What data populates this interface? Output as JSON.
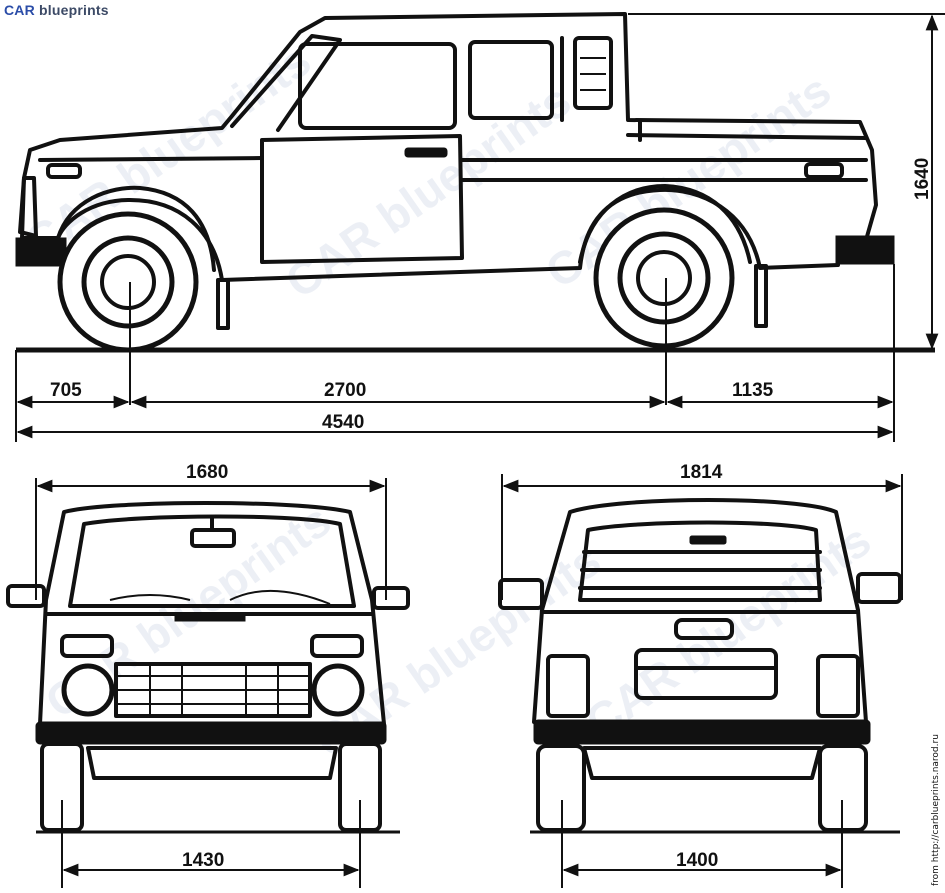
{
  "brand": {
    "part1": "CAR",
    "part2": " blueprints"
  },
  "watermark": "CAR blueprints",
  "credit": "from http://carblueprints.narod.ru",
  "dimensions": {
    "front_overhang": "705",
    "wheelbase": "2700",
    "rear_overhang": "1135",
    "total_length": "4540",
    "height": "1640",
    "front_width": "1680",
    "rear_width": "1814",
    "front_track": "1430",
    "rear_track": "1400"
  }
}
